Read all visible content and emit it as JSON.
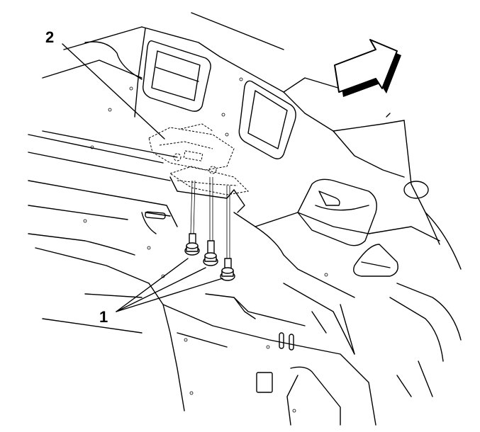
{
  "callouts": [
    {
      "id": "2",
      "text": "2"
    },
    {
      "id": "1",
      "text": "1"
    }
  ],
  "icons": {
    "arrow": "forward-direction-arrow-icon",
    "bolt": "bolt-icon"
  },
  "colors": {
    "line": "#000000",
    "background": "#ffffff",
    "arrow_fill": "#ffffff"
  }
}
